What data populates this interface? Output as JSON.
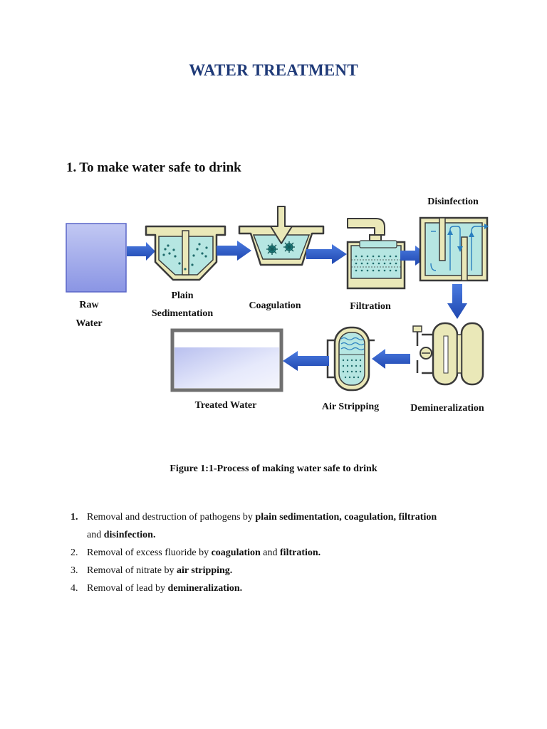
{
  "title": "WATER TREATMENT",
  "section": {
    "number": "1.",
    "heading": "To make water safe to drink"
  },
  "diagram": {
    "labels": {
      "raw_water_1": "Raw",
      "raw_water_2": "Water",
      "plain_sedimentation_1": "Plain",
      "plain_sedimentation_2": "Sedimentation",
      "coagulation": "Coagulation",
      "filtration": "Filtration",
      "disinfection": "Disinfection",
      "demineralization": "Demineralization",
      "air_stripping": "Air Stripping",
      "treated_water": "Treated Water"
    },
    "colors": {
      "arrow": "#2a58c8",
      "tank_fill": "#eae8b8",
      "water": "#b6e6e2",
      "outline": "#3a3a3a",
      "raw_water_top": "#b8bff0",
      "raw_water_bottom": "#8f9ae6"
    }
  },
  "caption": "Figure 1:1-Process of making water safe to drink",
  "list": [
    {
      "num": "1.",
      "pre": "Removal and destruction of pathogens by ",
      "b1": "plain sedimentation, coagulation, filtration",
      "mid": "",
      "b2": "",
      "cont_pre": "and ",
      "cont_b": "disinfection."
    },
    {
      "num": "2.",
      "pre": "Removal of excess fluoride by ",
      "b1": "coagulation",
      "mid": " and ",
      "b2": "filtration."
    },
    {
      "num": "3.",
      "pre": "Removal of nitrate by ",
      "b1": "air stripping.",
      "mid": "",
      "b2": ""
    },
    {
      "num": "4.",
      "pre": "Removal of lead by ",
      "b1": "demineralization.",
      "mid": "",
      "b2": ""
    }
  ]
}
